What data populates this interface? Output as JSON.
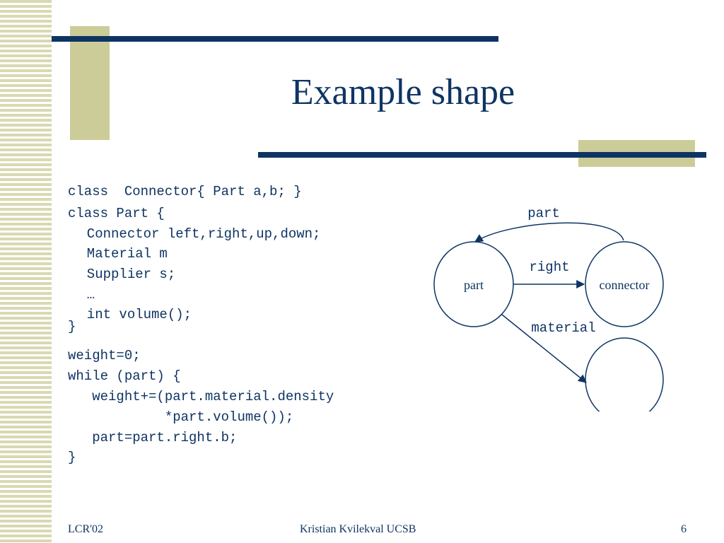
{
  "slide": {
    "title": "Example shape",
    "code_block_1": [
      "class  Connector{ Part a,b; }",
      "class Part {",
      "  Connector left,right,up,down;",
      "  Material m",
      "  Supplier s;",
      "  …",
      "  int volume();",
      "}"
    ],
    "code_block_2": [
      "weight=0;",
      "while (part) {",
      "   weight+=(part.material.density",
      "            *part.volume());",
      "   part=part.right.b;",
      "}"
    ]
  },
  "diagram": {
    "nodes": {
      "part": "part",
      "connector": "connector",
      "third": ""
    },
    "edges": {
      "top": "part",
      "right": "right",
      "material": "material"
    }
  },
  "footer": {
    "left": "LCR'02",
    "center": "Kristian Kvilekval UCSB",
    "page": "6"
  },
  "colors": {
    "primary": "#0e3463",
    "accent": "#cccc99",
    "stripe": "#d9d9b3"
  }
}
